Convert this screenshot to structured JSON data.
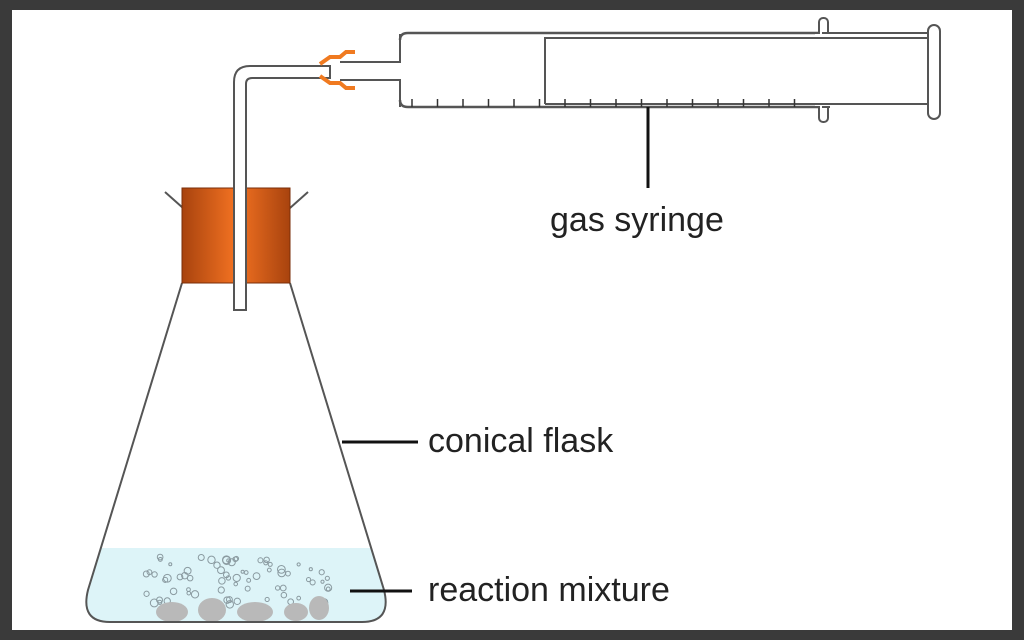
{
  "labels": {
    "gas_syringe": "gas syringe",
    "conical_flask": "conical flask",
    "reaction_mixture": "reaction mixture"
  },
  "colors": {
    "stopper": "#e8661a",
    "connector": "#f07a20",
    "liquid": "#ddf4f8",
    "outline": "#555555"
  }
}
